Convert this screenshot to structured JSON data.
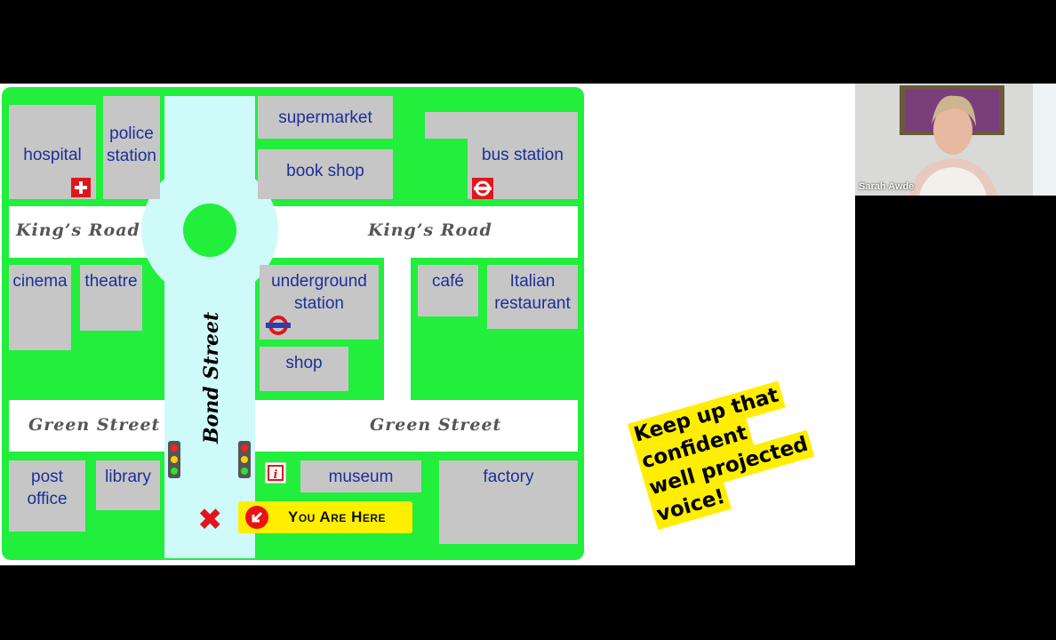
{
  "map": {
    "buildings": {
      "hospital": "hospital",
      "police_station": [
        "police",
        "station"
      ],
      "supermarket": "supermarket",
      "book_shop": "book shop",
      "bus_station": "bus station",
      "cinema": "cinema",
      "theatre": "theatre",
      "underground_station": [
        "underground",
        "station"
      ],
      "cafe": "café",
      "italian_restaurant": [
        "Italian",
        "restaurant"
      ],
      "shop": "shop",
      "post_office": [
        "post",
        "office"
      ],
      "library": "library",
      "museum": "museum",
      "factory": "factory"
    },
    "roads": {
      "kings_road_left": "King’s Road",
      "kings_road_right": "King’s Road",
      "green_street_left": "Green Street",
      "green_street_right": "Green Street",
      "bond_street": "Bond Street"
    },
    "you_are_here": "You Are Here",
    "x_marker": "✖",
    "icons": [
      "hospital-cross-icon",
      "bus-station-icon",
      "underground-icon",
      "information-icon",
      "traffic-light-icon",
      "you-are-here-arrow-icon",
      "x-marker-icon"
    ]
  },
  "note": {
    "lines": [
      "Keep up that",
      "confident",
      "well projected",
      "voice!"
    ]
  },
  "participant": {
    "name": "Sarah Awde"
  },
  "colors": {
    "grass": "#22ee3c",
    "road": "#ffffff",
    "bond_street": "#cffafa",
    "building": "#c6c6c6",
    "label": "#1d2f97",
    "highlight": "#ffee00"
  }
}
